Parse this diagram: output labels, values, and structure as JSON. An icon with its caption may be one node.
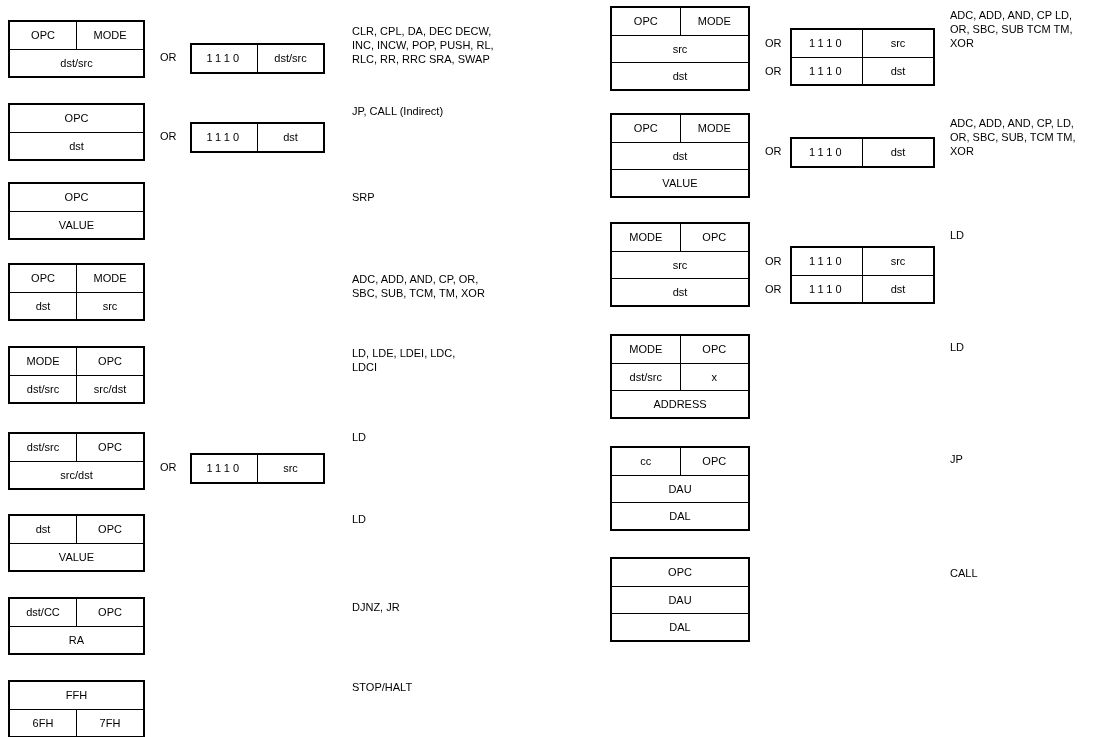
{
  "diagram": {
    "nodes": [
      {
        "text": [
          "OPC",
          "MODE",
          "dst/src"
        ]
      },
      {
        "text": [
          "1110",
          "dst/src"
        ]
      },
      {
        "text": [
          "OPC",
          "dst"
        ]
      },
      {
        "text": [
          "1110",
          "dst"
        ]
      },
      {
        "text": [
          "OPC",
          "VALUE"
        ]
      },
      {
        "text": [
          "OPC",
          "MODE",
          "dst",
          "src"
        ]
      },
      {
        "text": [
          "MODE",
          "OPC",
          "dst/src",
          "src/dst"
        ]
      },
      {
        "text": [
          "dst/src",
          "OPC",
          "src/dst"
        ]
      },
      {
        "text": [
          "1110",
          "src"
        ]
      },
      {
        "text": [
          "dst",
          "OPC",
          "VALUE"
        ]
      },
      {
        "text": [
          "dst/CC",
          "OPC",
          "RA"
        ]
      },
      {
        "text": [
          "FFH",
          "6FH",
          "7FH"
        ]
      },
      {
        "text": [
          "OPC",
          "MODE",
          "src",
          "dst"
        ]
      },
      {
        "text": [
          "1110",
          "src",
          "1110",
          "dst"
        ]
      },
      {
        "text": [
          "OPC",
          "MODE",
          "dst",
          "VALUE"
        ]
      },
      {
        "text": [
          "1110",
          "dst"
        ]
      },
      {
        "text": [
          "MODE",
          "OPC",
          "src",
          "dst"
        ]
      },
      {
        "text": [
          "1110",
          "src",
          "1110",
          "dst"
        ]
      },
      {
        "text": [
          "MODE",
          "OPC",
          "dst/src",
          "x",
          "ADDRESS"
        ]
      },
      {
        "text": [
          "cc",
          "OPC",
          "DAU",
          "DAL"
        ]
      },
      {
        "text": [
          "OPC",
          "DAU",
          "DAL"
        ]
      }
    ],
    "labels": [
      "OR",
      "CLR, CPL, DA, DEC DECW, INC, INCW, POP, PUSH, RL, RLC, RR, RRC SRA, SWAP",
      "OR",
      "JP, CALL (Indirect)",
      "SRP",
      "ADC, ADD, AND, CP, OR, SBC, SUB, TCM, TM, XOR",
      "LD, LDE, LDEI, LDC, LDCI",
      "LD",
      "OR",
      "LD",
      "DJNZ, JR",
      "STOP/HALT",
      "OR",
      "ADC, ADD, AND, CP LD, OR, SBC, SUB TCM TM, XOR",
      "OR",
      "OR",
      "ADC, ADD, AND, CP, LD, OR, SBC, SUB, TCM TM, XOR",
      "OR",
      "LD",
      "OR",
      "LD",
      "JP",
      "CALL"
    ]
  }
}
